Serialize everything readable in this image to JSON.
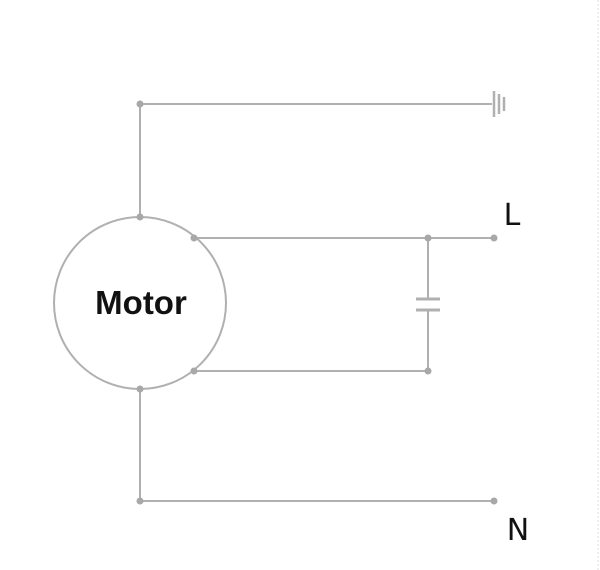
{
  "motor": {
    "label": "Motor"
  },
  "terminals": {
    "line": "L",
    "neutral": "N"
  },
  "components": {
    "capacitor": "capacitor-icon",
    "ground": "ground-icon"
  },
  "colors": {
    "wire": "#b0b0b0",
    "text": "#111111",
    "background": "#ffffff"
  }
}
